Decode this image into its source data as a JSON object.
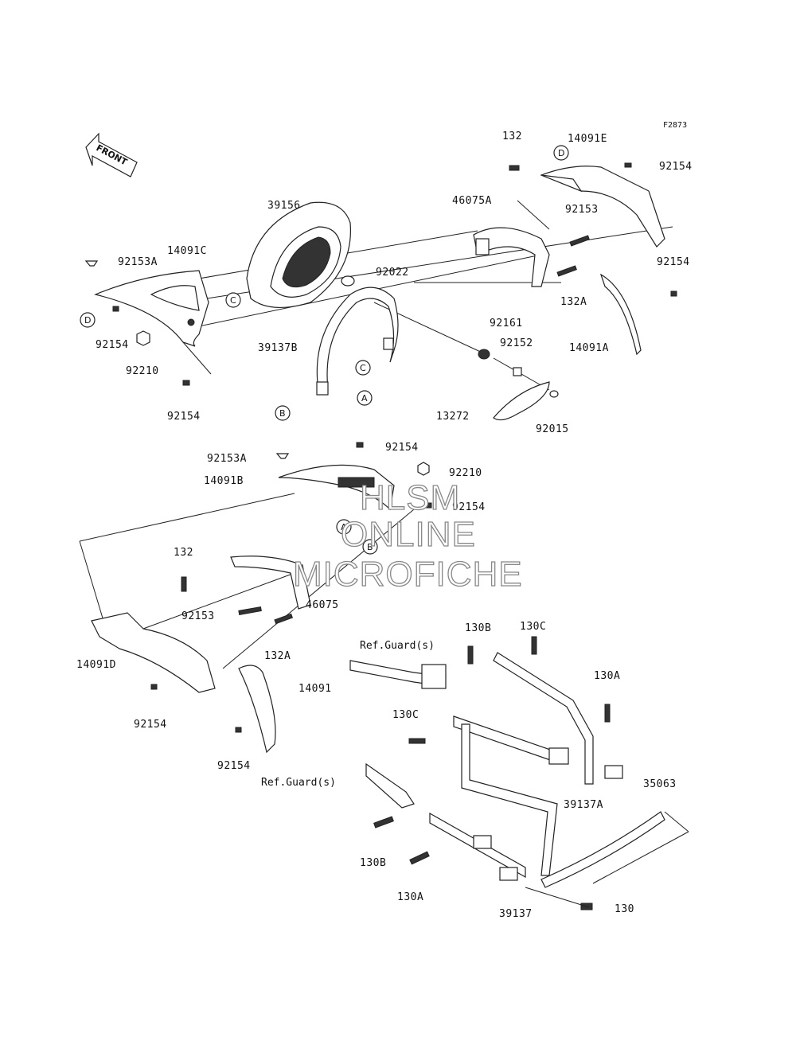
{
  "figure_code": "F2873",
  "front_label": "FRONT",
  "watermark": {
    "line1": "HLSM",
    "line2": "ONLINE",
    "line3": "MICROFICHE"
  },
  "reference_markers": [
    "A",
    "B",
    "C",
    "D"
  ],
  "parts": {
    "p39156": "39156",
    "p14091C": "14091C",
    "p92153A_top": "92153A",
    "p92154_left": "92154",
    "p92210_left": "92210",
    "p92154_lower_left": "92154",
    "p92022": "92022",
    "p39137B": "39137B",
    "p46075A": "46075A",
    "p132_top": "132",
    "p14091E": "14091E",
    "p92154_top_right": "92154",
    "p92153_top": "92153",
    "p132A_top": "132A",
    "p92154_right": "92154",
    "p14091A": "14091A",
    "p92161": "92161",
    "p92152": "92152",
    "p13272": "13272",
    "p92015": "92015",
    "p92154_mid": "92154",
    "p92153A_mid": "92153A",
    "p14091B": "14091B",
    "p92210_mid": "92210",
    "p92154_mid_right": "92154",
    "p132_mid": "132",
    "p92153_mid": "92153",
    "p46075": "46075",
    "p132A_mid": "132A",
    "p14091D": "14091D",
    "p92154_lower_1": "92154",
    "p14091": "14091",
    "p92154_lower_2": "92154",
    "p130C_top": "130C",
    "p130B_top": "130B",
    "p130A_top": "130A",
    "p130C_mid": "130C",
    "p35063": "35063",
    "p39137A": "39137A",
    "p130B_low": "130B",
    "p130A_low": "130A",
    "p39137": "39137",
    "p130": "130"
  },
  "refs": {
    "guard_upper": "Ref.Guard(s)",
    "guard_lower": "Ref.Guard(s)"
  }
}
